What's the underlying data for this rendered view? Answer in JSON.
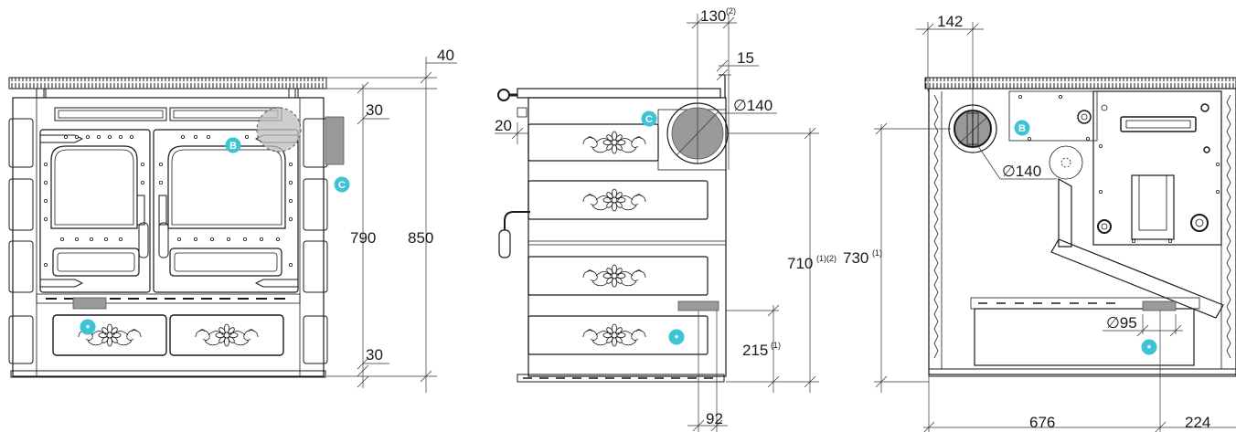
{
  "colors": {
    "marker": "#3cc4d4",
    "gray": "#9a9a9a",
    "line": "#1a1a1a"
  },
  "icons": {
    "marker_c": "circle-c-marker-icon",
    "marker_b": "circle-b-marker-icon",
    "marker_star": "circle-asterisk-marker-icon"
  },
  "markers": {
    "c": "C",
    "b": "B",
    "star": "*"
  },
  "front": {
    "dim_top": "40",
    "dim_upper": "30",
    "dim_lower": "30",
    "dim_inner": "790",
    "dim_total": "850"
  },
  "side": {
    "dim_130": "130",
    "dim_130_sup": "(2)",
    "dim_15": "15",
    "dim_phi140": "∅140",
    "dim_20": "20",
    "dim_710": "710",
    "dim_710_sup": "(1)(2)",
    "dim_215": "215",
    "dim_215_sup": "(1)",
    "dim_92": "92"
  },
  "back": {
    "dim_142": "142",
    "dim_phi140": "∅140",
    "dim_730": "730",
    "dim_730_sup": "(1)",
    "dim_phi95": "∅95",
    "dim_676": "676",
    "dim_224": "224"
  }
}
